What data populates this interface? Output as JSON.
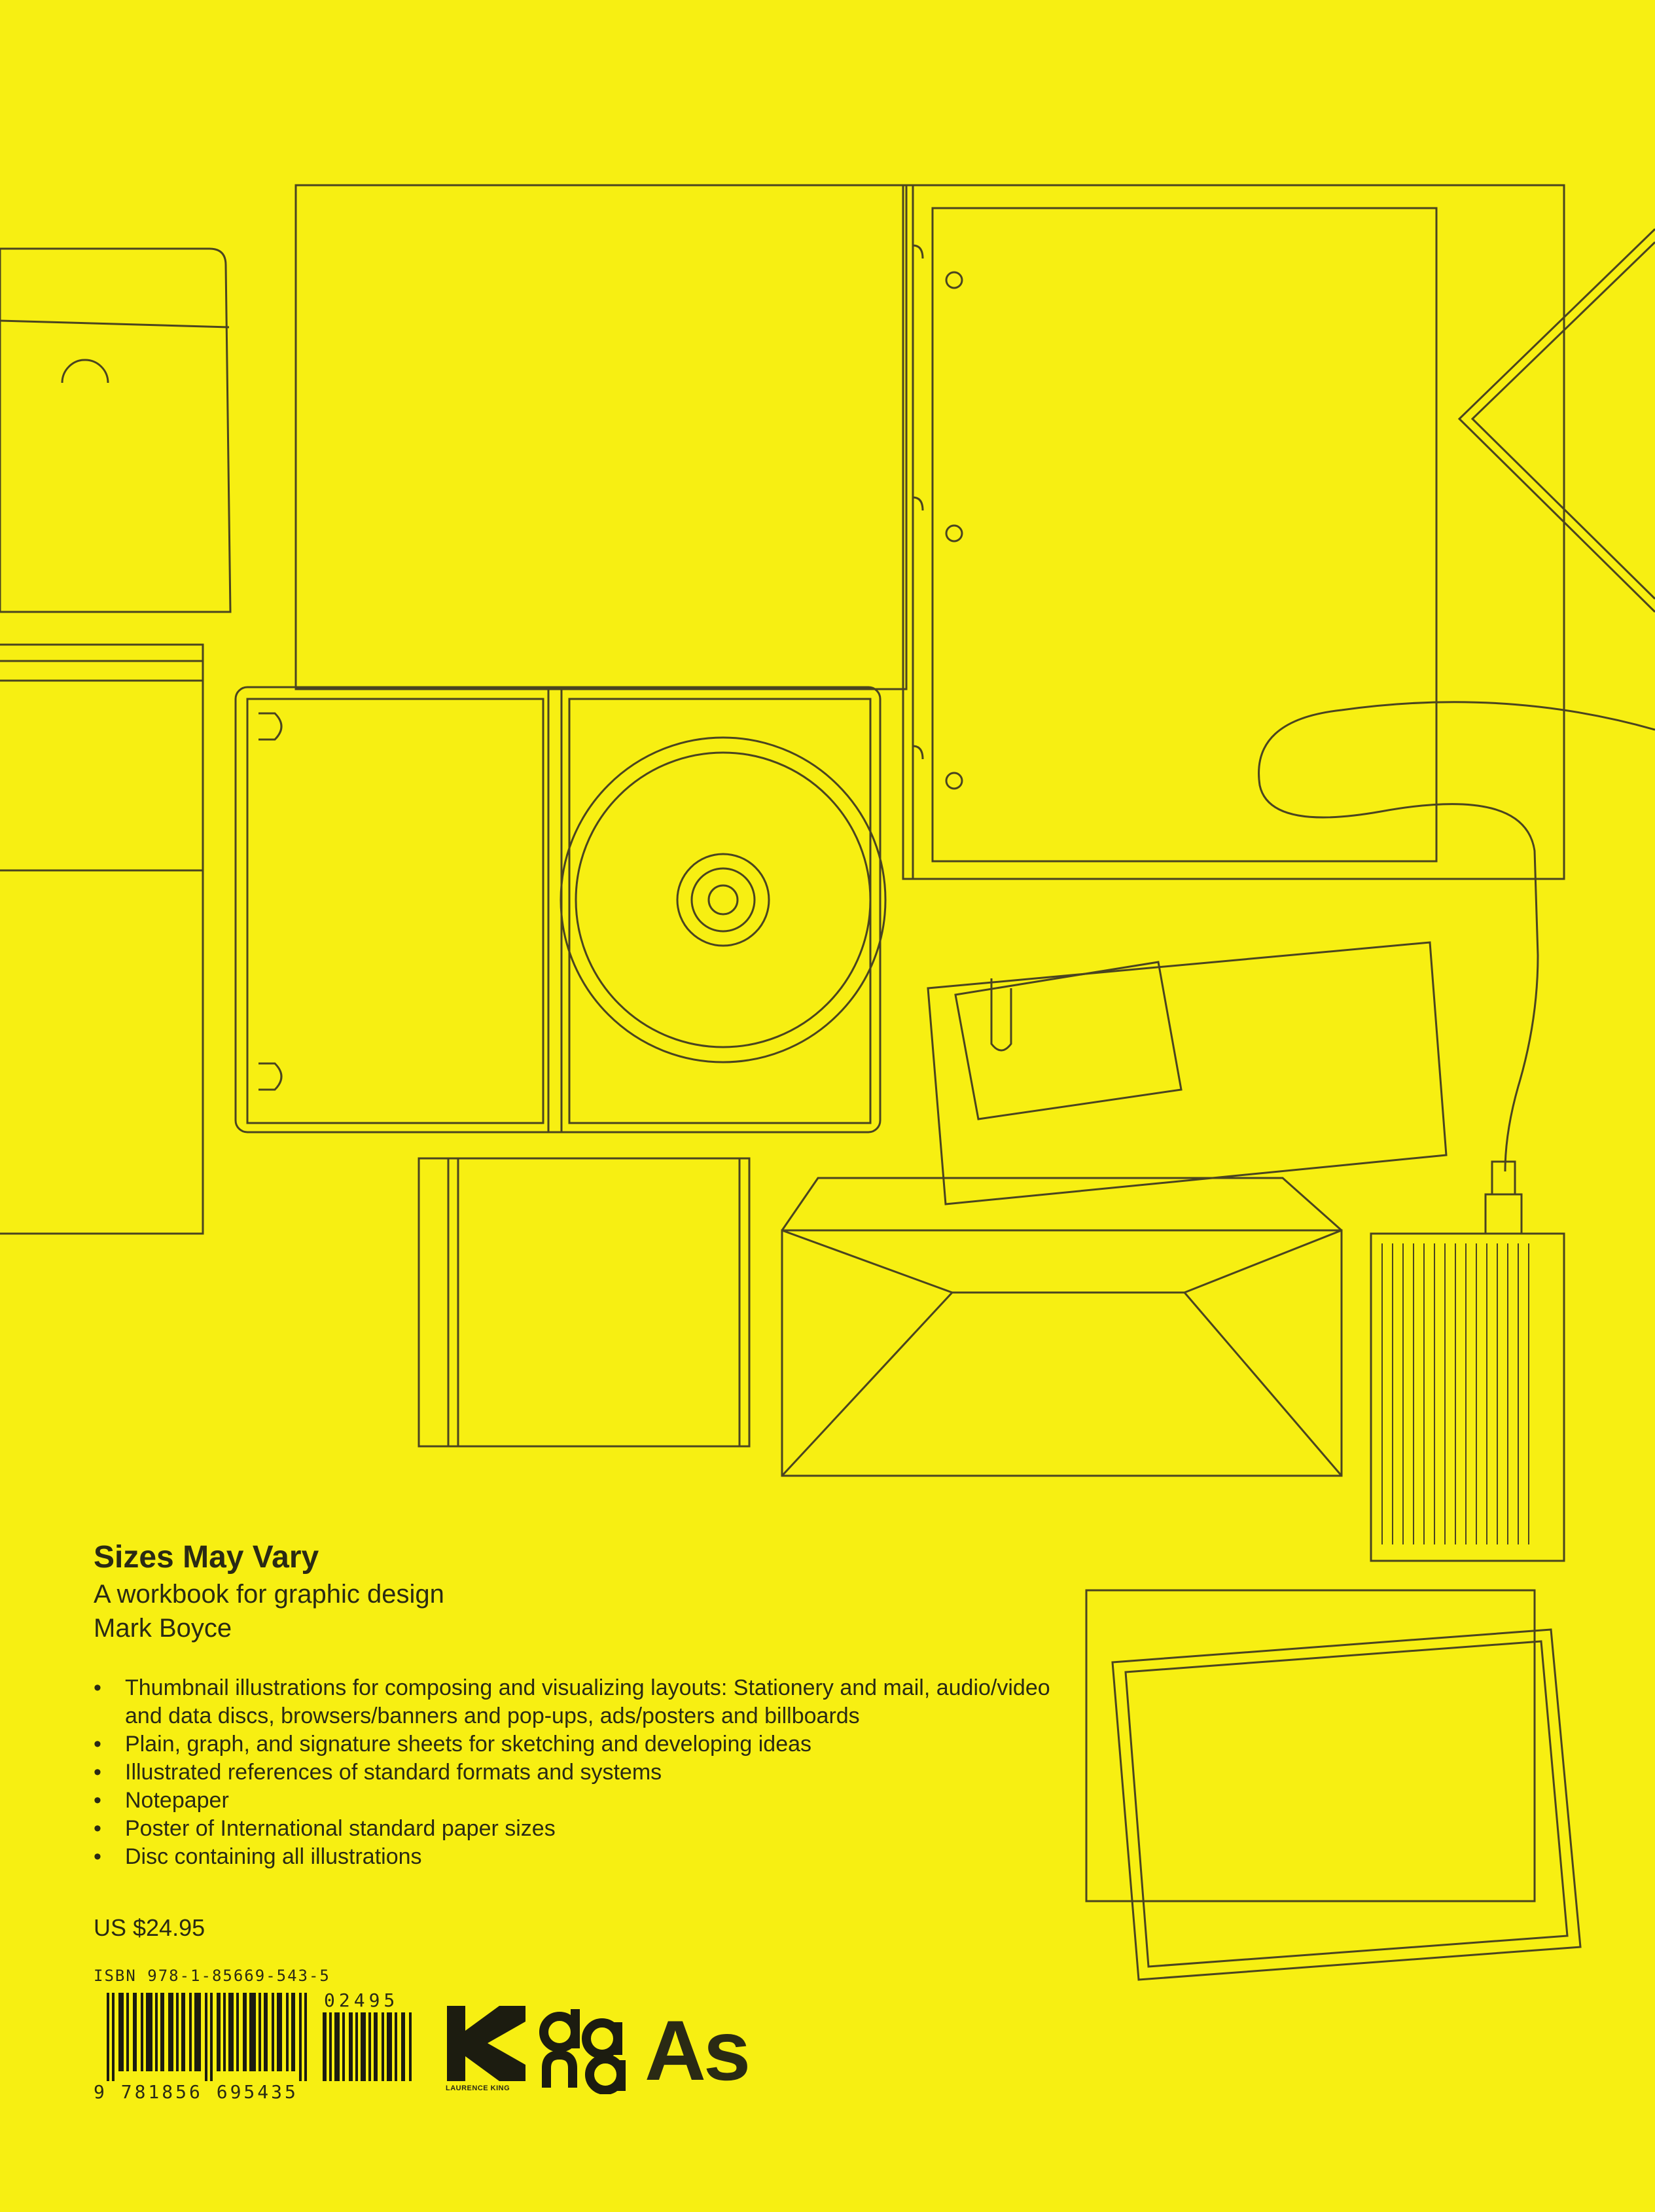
{
  "book": {
    "title": "Sizes May Vary",
    "subtitle": "A workbook for graphic design",
    "author": "Mark Boyce"
  },
  "features": [
    "Thumbnail illustrations for composing and visualizing layouts: Stationery and mail, audio/video and data discs, browsers/banners and pop-ups, ads/posters and billboards",
    "Plain, graph, and signature sheets for sketching and developing ideas",
    "Illustrated references of standard formats and systems",
    "Notepaper",
    "Poster of International standard paper sizes",
    "Disc containing all illustrations"
  ],
  "price": "US $24.95",
  "isbn": {
    "label": "ISBN 978-1-85669-543-5",
    "ean_digits": "9 781856 695435",
    "addon_digits": "02495"
  },
  "publishers": {
    "laurence_king_label": "LAURENCE KING",
    "as_logo": "As"
  },
  "colors": {
    "background": "#f7ef12",
    "ink": "#2a2a14"
  }
}
